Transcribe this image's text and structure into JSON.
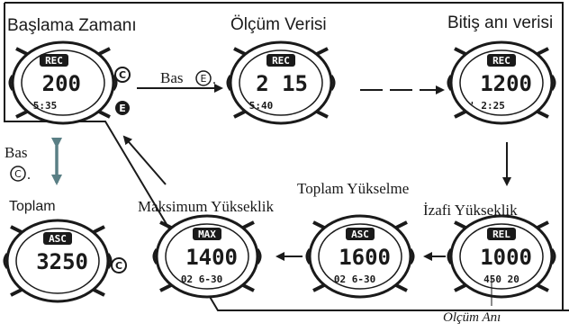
{
  "labels": {
    "start_time": "Başlama Zamanı",
    "measurement_data": "Ölçüm Verisi",
    "end_data": "Bitiş anı verisi",
    "press_e": "Bas",
    "press_c": "Bas",
    "total": "Toplam",
    "max_altitude": "Maksimum Yükseklik",
    "total_ascent": "Toplam Yükselme",
    "relative_altitude": "İzafi Yükseklik",
    "measurement_moment": "Ölçüm Anı"
  },
  "buttons": {
    "e": "E",
    "c": "C",
    "e_suffix": ".",
    "c_suffix": "."
  },
  "watches": [
    {
      "id": "start",
      "mode": "REC",
      "value": "200",
      "sub": "5:35"
    },
    {
      "id": "measure",
      "mode": "REC",
      "value": "2 15",
      "sub": "5:40"
    },
    {
      "id": "end",
      "mode": "REC",
      "value": "1200",
      "sub": "' 2:25"
    },
    {
      "id": "relative",
      "mode": "REL",
      "value": "1000",
      "sub": "450 20"
    },
    {
      "id": "ascent",
      "mode": "ASC",
      "value": "1600",
      "sub": "02  6-30"
    },
    {
      "id": "max",
      "mode": "MAX",
      "value": "1400",
      "sub": "02  6-30"
    },
    {
      "id": "total",
      "mode": "ASC",
      "value": "3250",
      "sub": ""
    }
  ],
  "colors": {
    "ink": "#1a1a1a",
    "teal_arrow": "#5a7f85"
  }
}
